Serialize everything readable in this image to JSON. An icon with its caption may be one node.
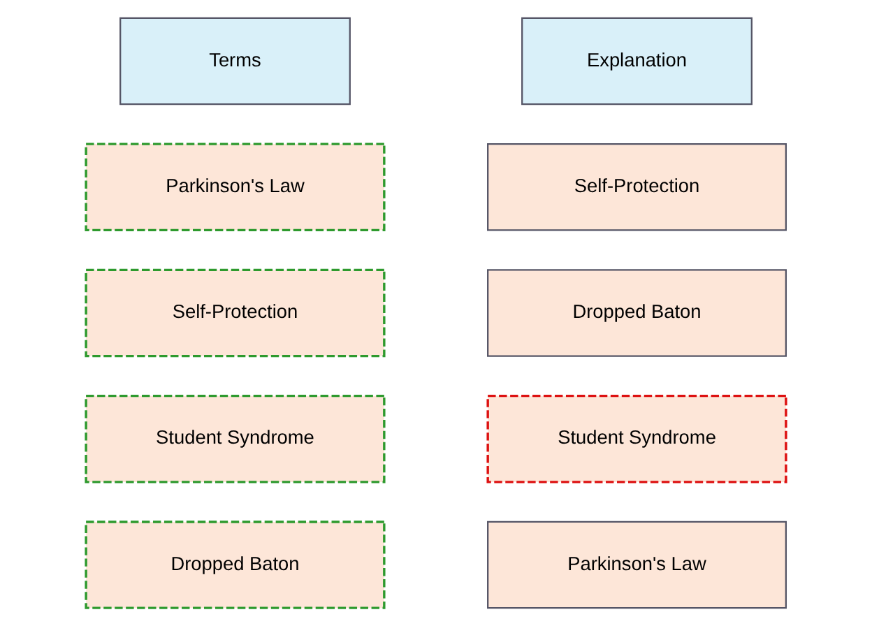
{
  "diagram": {
    "nodes": [
      {
        "text": [
          "Terms"
        ]
      },
      {
        "text": [
          "Explanation"
        ]
      },
      {
        "text": [
          "Parkinson's Law"
        ]
      },
      {
        "text": [
          "Self-Protection"
        ]
      },
      {
        "text": [
          "Self-Protection"
        ]
      },
      {
        "text": [
          "Dropped Baton"
        ]
      },
      {
        "text": [
          "Student Syndrome"
        ]
      },
      {
        "text": [
          "Student Syndrome"
        ]
      },
      {
        "text": [
          "Dropped Baton"
        ]
      },
      {
        "text": [
          "Parkinson's Law"
        ]
      }
    ],
    "edges": []
  }
}
